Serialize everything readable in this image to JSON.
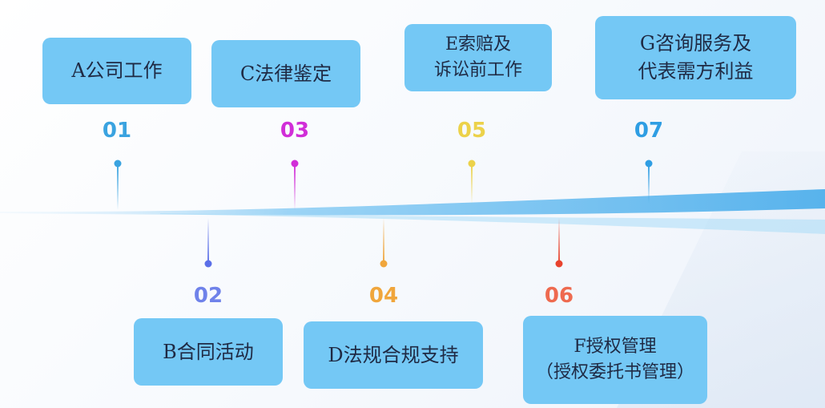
{
  "stages": [
    {
      "number": "01",
      "lines": [
        "A公司工作"
      ],
      "color": "#3aa3e0"
    },
    {
      "number": "02",
      "lines": [
        "B合同活动"
      ],
      "color": "#5b6fe8"
    },
    {
      "number": "03",
      "lines": [
        "C法律鉴定"
      ],
      "color": "#d12ed8"
    },
    {
      "number": "04",
      "lines": [
        "D法规合规支持"
      ],
      "color": "#f0a63c"
    },
    {
      "number": "05",
      "lines": [
        "E索赔及",
        "诉讼前工作"
      ],
      "color": "#ecd24a"
    },
    {
      "number": "06",
      "lines": [
        "F授权管理",
        "（授权委托书管理）"
      ],
      "color": "#e8432e"
    },
    {
      "number": "07",
      "lines": [
        "G咨询服务及",
        "代表需方利益"
      ],
      "color": "#2f9ee3"
    }
  ],
  "colors": {
    "card": "#74c8f5",
    "band": "#5db4ec"
  }
}
